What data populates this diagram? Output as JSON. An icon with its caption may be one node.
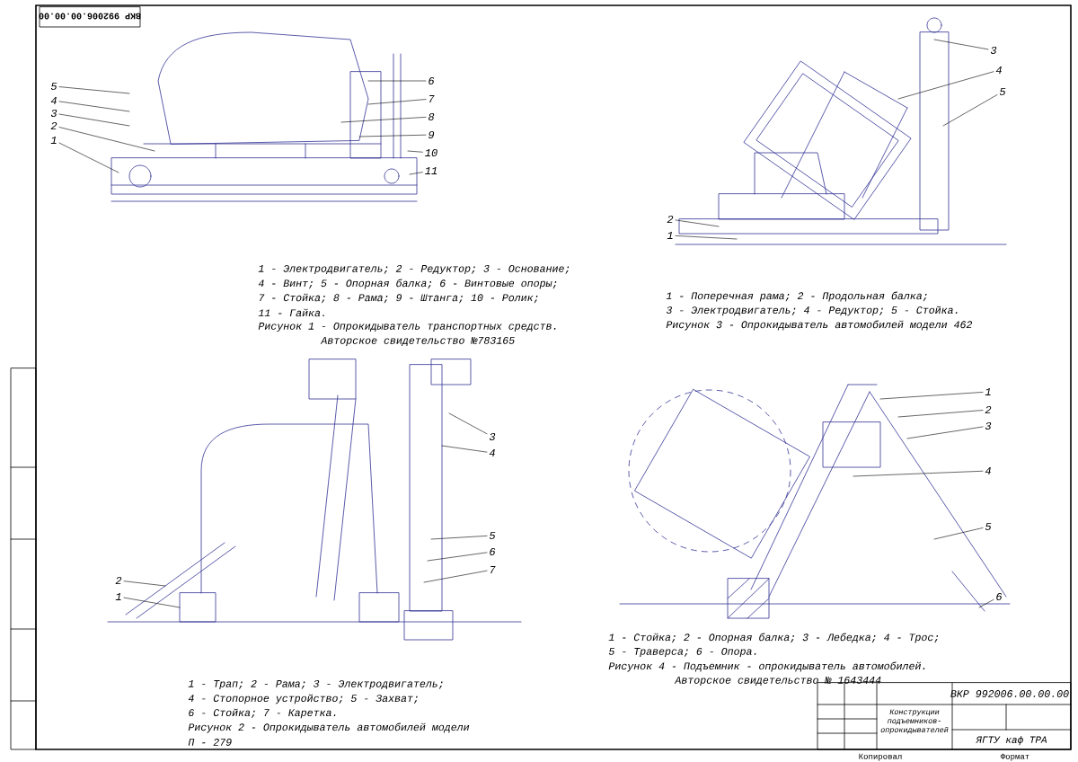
{
  "diagram": {
    "nodes": [
      {
        "text": [
          "5"
        ]
      },
      {
        "text": [
          "4"
        ]
      },
      {
        "text": [
          "3"
        ]
      },
      {
        "text": [
          "2"
        ]
      },
      {
        "text": [
          "1"
        ]
      },
      {
        "text": [
          "6"
        ]
      },
      {
        "text": [
          "7"
        ]
      },
      {
        "text": [
          "8"
        ]
      },
      {
        "text": [
          "9"
        ]
      },
      {
        "text": [
          "10"
        ]
      },
      {
        "text": [
          "11"
        ]
      },
      {
        "text": [
          "3"
        ]
      },
      {
        "text": [
          "4"
        ]
      },
      {
        "text": [
          "5"
        ]
      },
      {
        "text": [
          "2"
        ]
      },
      {
        "text": [
          "1"
        ]
      },
      {
        "text": [
          "3"
        ]
      },
      {
        "text": [
          "4"
        ]
      },
      {
        "text": [
          "5"
        ]
      },
      {
        "text": [
          "6"
        ]
      },
      {
        "text": [
          "7"
        ]
      },
      {
        "text": [
          "2"
        ]
      },
      {
        "text": [
          "1"
        ]
      },
      {
        "text": [
          "1"
        ]
      },
      {
        "text": [
          "2"
        ]
      },
      {
        "text": [
          "3"
        ]
      },
      {
        "text": [
          "4"
        ]
      },
      {
        "text": [
          "5"
        ]
      },
      {
        "text": [
          "6"
        ]
      }
    ],
    "edges": [
      {
        "from": 0,
        "to": null,
        "arrow": "none"
      },
      {
        "from": 1,
        "to": null,
        "arrow": "none"
      },
      {
        "from": 2,
        "to": null,
        "arrow": "none"
      },
      {
        "from": 3,
        "to": null,
        "arrow": "none"
      },
      {
        "from": 4,
        "to": null,
        "arrow": "none"
      },
      {
        "from": 5,
        "to": null,
        "arrow": "none"
      },
      {
        "from": 6,
        "to": null,
        "arrow": "none"
      },
      {
        "from": 7,
        "to": null,
        "arrow": "none"
      },
      {
        "from": 8,
        "to": null,
        "arrow": "none"
      },
      {
        "from": 9,
        "to": null,
        "arrow": "none"
      },
      {
        "from": 10,
        "to": null,
        "arrow": "none"
      },
      {
        "from": 11,
        "to": null,
        "arrow": "none"
      },
      {
        "from": 12,
        "to": null,
        "arrow": "none"
      },
      {
        "from": 13,
        "to": null,
        "arrow": "none"
      },
      {
        "from": 14,
        "to": null,
        "arrow": "none"
      },
      {
        "from": 15,
        "to": null,
        "arrow": "none"
      },
      {
        "from": 16,
        "to": null,
        "arrow": "none"
      },
      {
        "from": 17,
        "to": null,
        "arrow": "none"
      },
      {
        "from": 18,
        "to": null,
        "arrow": "none"
      },
      {
        "from": 19,
        "to": null,
        "arrow": "none"
      },
      {
        "from": 20,
        "to": null,
        "arrow": "none"
      },
      {
        "from": 21,
        "to": null,
        "arrow": "none"
      },
      {
        "from": 22,
        "to": null,
        "arrow": "none"
      },
      {
        "from": 23,
        "to": null,
        "arrow": "none"
      },
      {
        "from": 24,
        "to": null,
        "arrow": "none"
      },
      {
        "from": 25,
        "to": null,
        "arrow": "none"
      },
      {
        "from": 26,
        "to": null,
        "arrow": "none"
      },
      {
        "from": 27,
        "to": null,
        "arrow": "none"
      },
      {
        "from": 28,
        "to": null,
        "arrow": "none"
      }
    ],
    "labels": [
      "ВКР 992006.00.00.00",
      "1 - Электродвигатель; 2 - Редуктор; 3 - Основание;",
      "4 - Винт; 5 - Опорная балка; 6 - Винтовые опоры;",
      "7 - Стойка; 8 - Рама; 9 - Штанга; 10 - Ролик;",
      "11 - Гайка.",
      "Рисунок 1 - Опрокидыватель транспортных средств.",
      "Авторское свидетельство №783165",
      "1 - Поперечная рама; 2 - Продольная балка;",
      "3 - Электродвигатель; 4 - Редуктор; 5 - Стойка.",
      "Рисунок 3 - Опрокидыватель автомобилей модели 462",
      "1 - Трап; 2 - Рама; 3 - Электродвигатель;",
      "4 - Стопорное устройство; 5 - Захват;",
      "6 - Стойка; 7 - Каретка.",
      "Рисунок 2 - Опрокидыватель автомобилей модели",
      "П - 279",
      "1 - Стойка; 2 - Опорная балка; 3 - Лебедка; 4 - Трос;",
      "5 - Траверса; 6 - Опора.",
      "Рисунок 4 - Подъемник - опрокидыватель автомобилей.",
      "Авторское свидетельство № 1643444",
      "ВКР 992006.00.00.00",
      "Конструкции подъемников-опрокидывателей",
      "ЯГТУ каф ТРА",
      "Копировал",
      "Формат"
    ]
  }
}
